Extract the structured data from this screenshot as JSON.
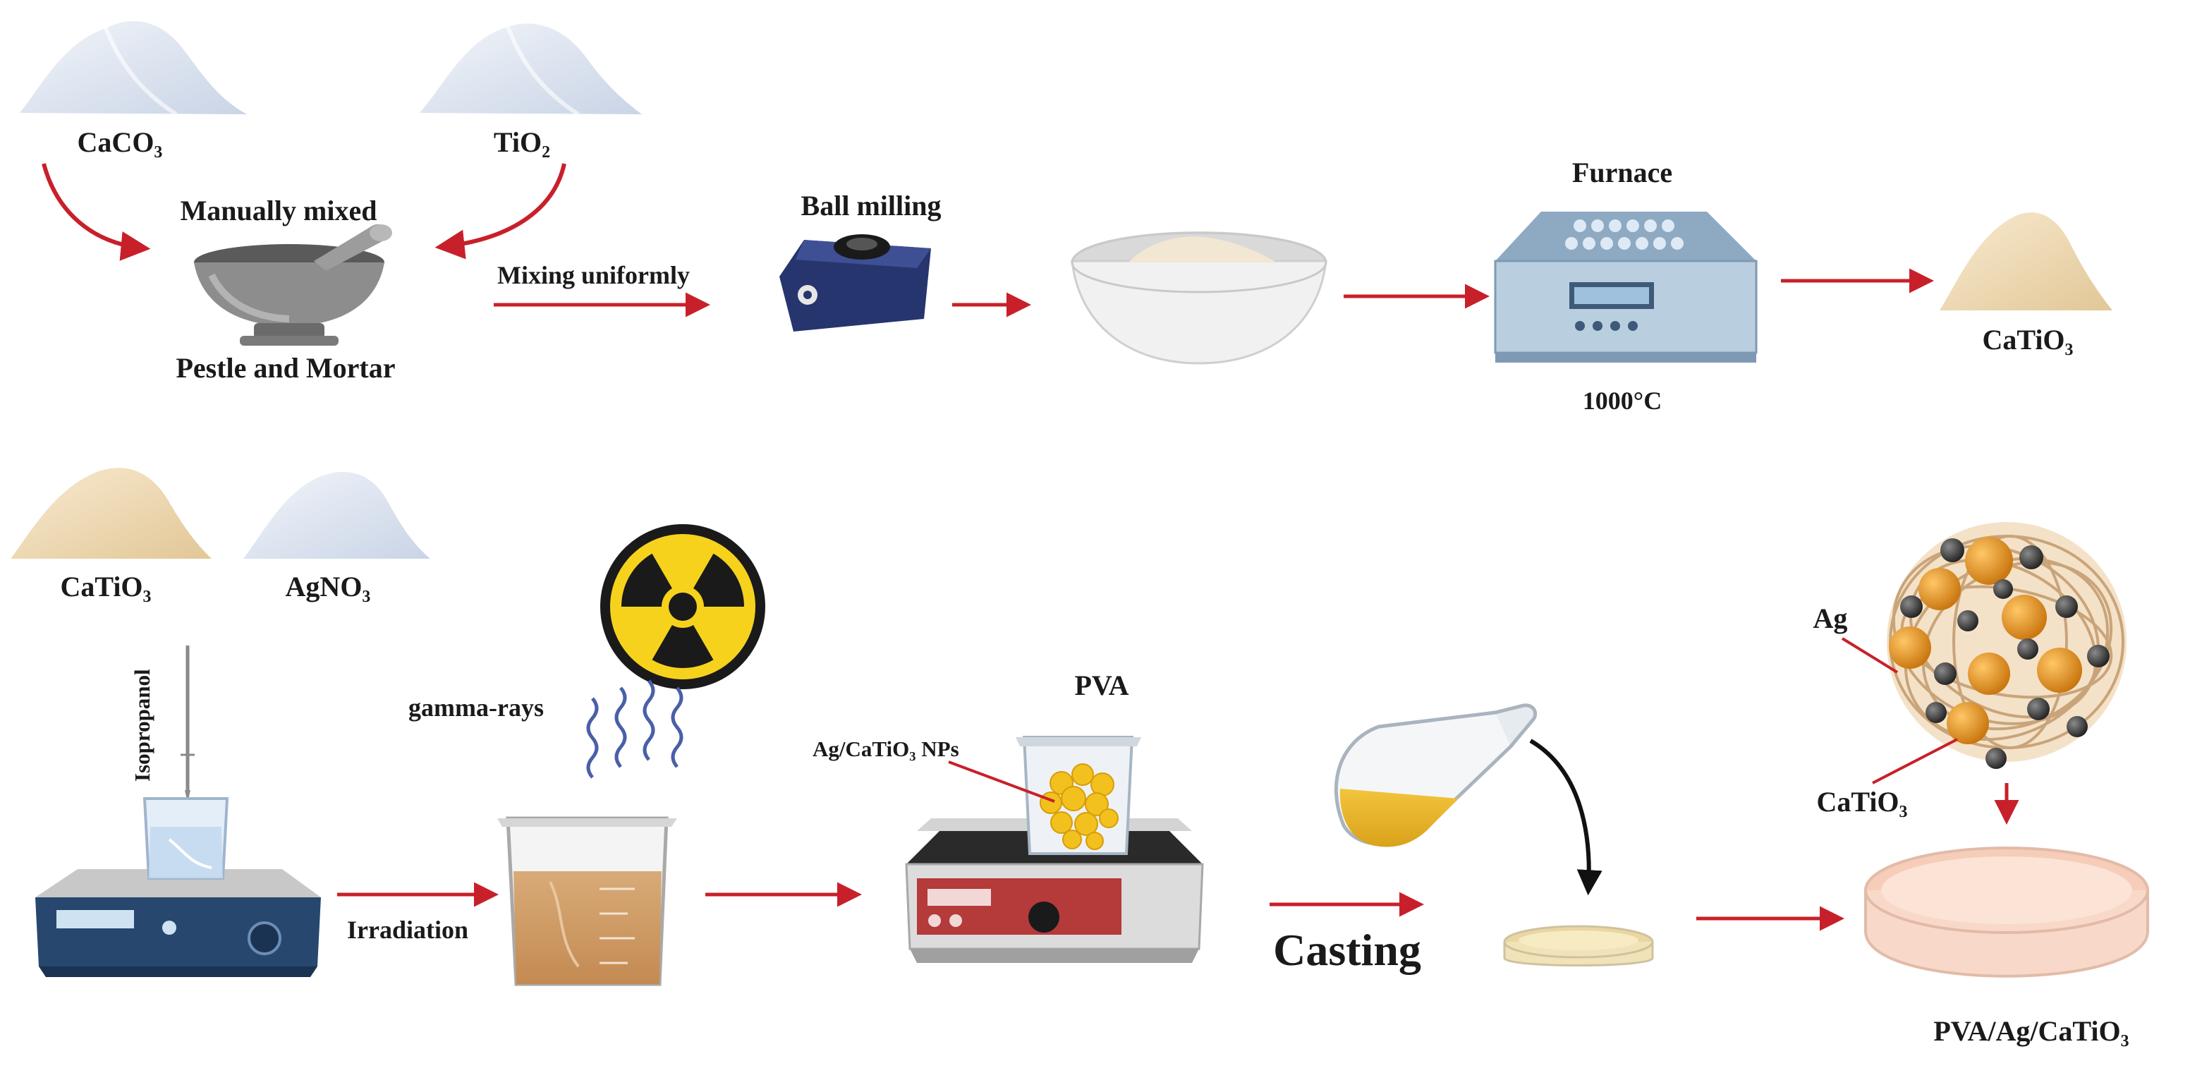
{
  "labels": {
    "caco3": "CaCO₃",
    "tio2": "TiO₂",
    "manually_mixed": "Manually mixed",
    "pestle_mortar": "Pestle and Mortar",
    "mixing_uniformly": "Mixing uniformly",
    "ball_milling": "Ball milling",
    "furnace": "Furnace",
    "temperature": "1000°C",
    "catio3_product": "CaTiO₃",
    "catio3_reagent": "CaTiO₃",
    "agno3": "AgNO₃",
    "isopropanol": "Isopropanol",
    "gamma_rays": "gamma-rays",
    "irradiation": "Irradiation",
    "pva": "PVA",
    "np_label": "Ag/CaTiO₃ NPs",
    "casting": "Casting",
    "ag": "Ag",
    "catio3_particle": "CaTiO₃",
    "final_product": "PVA/Ag/CaTiO₃"
  },
  "colors": {
    "arrow": "#c8202a",
    "white_powder": "#dfe6f1",
    "cream_powder": "#efdcb6",
    "furnace_body": "#b9cfe0",
    "hotplate_blue": "#27476e",
    "hotplate_red": "#b53a3a",
    "nanoparticle_orange": "#e8961c",
    "silver_particle": "#3a3a3a",
    "radiation_yellow": "#f6d21d",
    "wave_blue": "#4a5fa8",
    "film_pink": "#f8d9c9"
  },
  "icons": [
    "powder-pile-icon",
    "mortar-pestle-icon",
    "ball-mill-icon",
    "bowl-icon",
    "furnace-icon",
    "hotplate-stirrer-icon",
    "beaker-icon",
    "radiation-symbol-icon",
    "gamma-wave-icon",
    "flask-icon",
    "petri-dish-icon",
    "nanocomposite-sphere-icon"
  ]
}
